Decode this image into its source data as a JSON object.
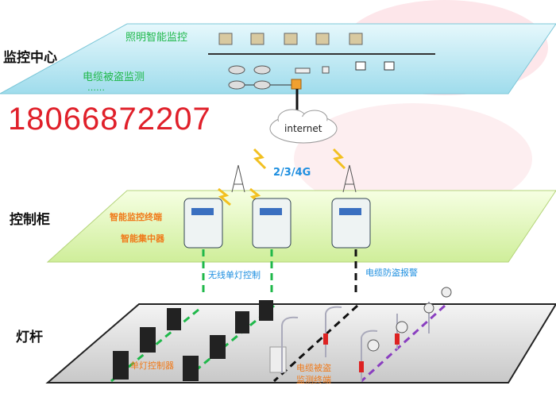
{
  "layers": {
    "center": "监控中心",
    "cabinet": "控制柜",
    "pole": "灯杆"
  },
  "center": {
    "title1": "照明智能监控",
    "title2": "电缆被盗监测",
    "more": "……"
  },
  "phone": "18066872207",
  "network": {
    "internet": "internet",
    "wireless": "2/3/4G"
  },
  "cabinet": {
    "terminal": "智能监控终端",
    "concentrator": "智能集中器"
  },
  "links": {
    "wireless_single": "无线单灯控制",
    "cable_alarm": "电缆防盗报警"
  },
  "pole": {
    "single_controller": "单灯控制器",
    "cable_terminal_1": "电缆被盗",
    "cable_terminal_2": "监测终端"
  },
  "colors": {
    "green": "#1fb84a",
    "orange": "#f07a1a",
    "blue": "#1e8fe0",
    "red": "#e0202a",
    "purple": "#8a3fc0"
  }
}
